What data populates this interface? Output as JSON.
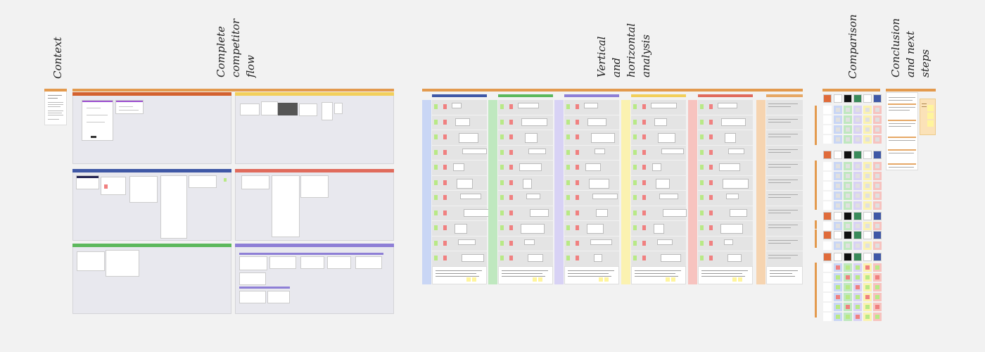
{
  "headings": {
    "context": [
      "Context"
    ],
    "competitor_flow": [
      "Complete",
      "competitor",
      "flow"
    ],
    "analysis": [
      "Vertical",
      "and",
      "horizontal",
      "analysis"
    ],
    "comparison": [
      "Comparison"
    ],
    "conclusion": [
      "Conclusion",
      "and next",
      "steps"
    ]
  },
  "colors": {
    "canvas": "#f2f2f2",
    "orange": "#e39a4e",
    "blue": "#3f58a6",
    "green": "#5cb85c",
    "purple": "#8e7fd6",
    "yellow": "#f2cf5b",
    "red": "#e06b5c",
    "brown_orange": "#d3612f",
    "panel_bg": "#e8e8ee"
  }
}
